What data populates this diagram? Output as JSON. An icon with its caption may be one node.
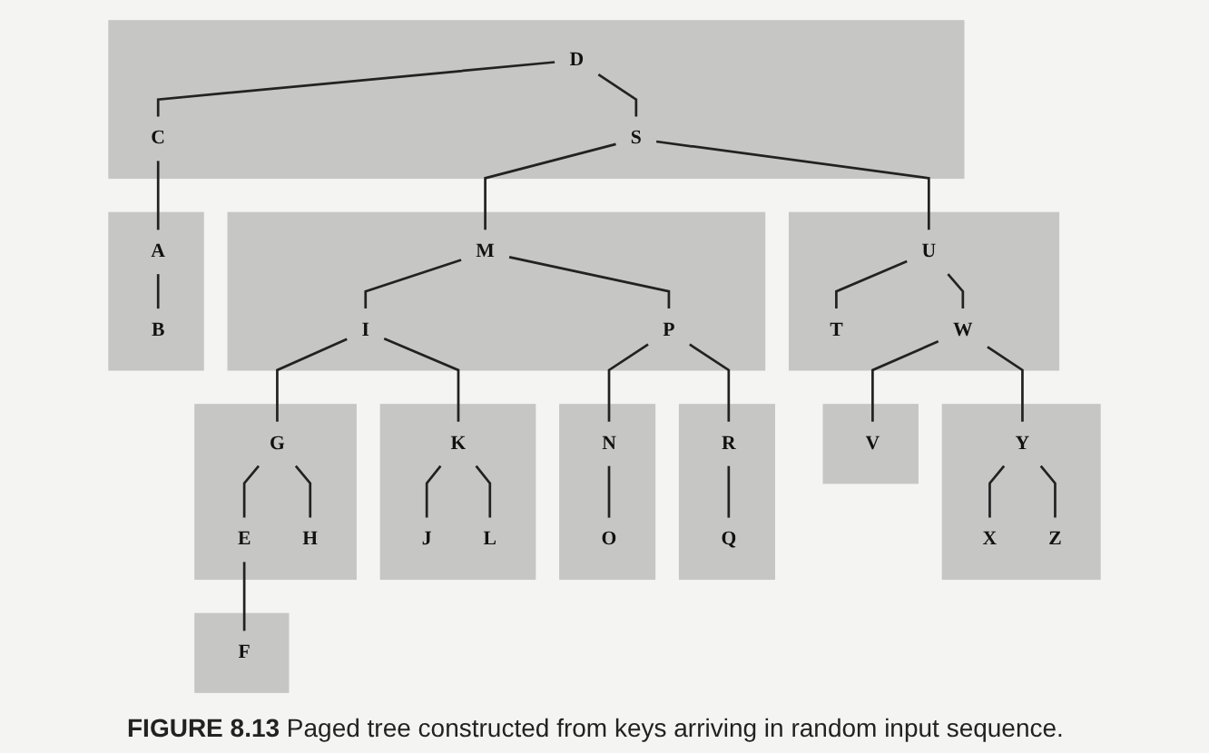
{
  "diagram": {
    "caption": "**FIGURE 8.13** Paged tree constructed from keys arriving in random input sequence.",
    "nodes": [
      {
        "text": [],
        "shape": "box"
      },
      {
        "text": [
          "D"
        ],
        "in": 0
      },
      {
        "text": [
          "C"
        ],
        "in": 0
      },
      {
        "text": [
          "S"
        ],
        "in": 0
      },
      {
        "text": [],
        "shape": "box"
      },
      {
        "text": [
          "A"
        ],
        "in": 4
      },
      {
        "text": [
          "B"
        ],
        "in": 4
      },
      {
        "text": [],
        "shape": "box"
      },
      {
        "text": [
          "M"
        ],
        "in": 7
      },
      {
        "text": [
          "I"
        ],
        "in": 7
      },
      {
        "text": [
          "P"
        ],
        "in": 7
      },
      {
        "text": [],
        "shape": "box"
      },
      {
        "text": [
          "U"
        ],
        "in": 11
      },
      {
        "text": [
          "T"
        ],
        "in": 11
      },
      {
        "text": [
          "W"
        ],
        "in": 11
      },
      {
        "text": [],
        "shape": "box"
      },
      {
        "text": [
          "G"
        ],
        "in": 15
      },
      {
        "text": [
          "E"
        ],
        "in": 15
      },
      {
        "text": [
          "H"
        ],
        "in": 15
      },
      {
        "text": [],
        "shape": "box"
      },
      {
        "text": [
          "K"
        ],
        "in": 19
      },
      {
        "text": [
          "J"
        ],
        "in": 19
      },
      {
        "text": [
          "L"
        ],
        "in": 19
      },
      {
        "text": [],
        "shape": "box"
      },
      {
        "text": [
          "N"
        ],
        "in": 23
      },
      {
        "text": [
          "O"
        ],
        "in": 23
      },
      {
        "text": [],
        "shape": "box"
      },
      {
        "text": [
          "R"
        ],
        "in": 26
      },
      {
        "text": [
          "Q"
        ],
        "in": 26
      },
      {
        "text": [],
        "shape": "box"
      },
      {
        "text": [
          "V"
        ],
        "in": 29
      },
      {
        "text": [],
        "shape": "box"
      },
      {
        "text": [
          "Y"
        ],
        "in": 31
      },
      {
        "text": [
          "X"
        ],
        "in": 31
      },
      {
        "text": [
          "Z"
        ],
        "in": 31
      },
      {
        "text": [],
        "shape": "box"
      },
      {
        "text": [
          "F"
        ],
        "in": 35
      }
    ],
    "edges": [
      {
        "from": 1,
        "to": 2,
        "arrow": "none"
      },
      {
        "from": 1,
        "to": 3,
        "arrow": "none"
      },
      {
        "from": 2,
        "to": 5,
        "arrow": "none"
      },
      {
        "from": 5,
        "to": 6,
        "arrow": "none"
      },
      {
        "from": 3,
        "to": 8,
        "arrow": "none"
      },
      {
        "from": 3,
        "to": 12,
        "arrow": "none"
      },
      {
        "from": 8,
        "to": 9,
        "arrow": "none"
      },
      {
        "from": 8,
        "to": 10,
        "arrow": "none"
      },
      {
        "from": 12,
        "to": 13,
        "arrow": "none"
      },
      {
        "from": 12,
        "to": 14,
        "arrow": "none"
      },
      {
        "from": 9,
        "to": 16,
        "arrow": "none"
      },
      {
        "from": 9,
        "to": 20,
        "arrow": "none"
      },
      {
        "from": 10,
        "to": 24,
        "arrow": "none"
      },
      {
        "from": 10,
        "to": 27,
        "arrow": "none"
      },
      {
        "from": 14,
        "to": 30,
        "arrow": "none"
      },
      {
        "from": 14,
        "to": 32,
        "arrow": "none"
      },
      {
        "from": 16,
        "to": 17,
        "arrow": "none"
      },
      {
        "from": 16,
        "to": 18,
        "arrow": "none"
      },
      {
        "from": 20,
        "to": 21,
        "arrow": "none"
      },
      {
        "from": 20,
        "to": 22,
        "arrow": "none"
      },
      {
        "from": 24,
        "to": 25,
        "arrow": "none"
      },
      {
        "from": 27,
        "to": 28,
        "arrow": "none"
      },
      {
        "from": 17,
        "to": 36,
        "arrow": "none"
      },
      {
        "from": 32,
        "to": 33,
        "arrow": "none"
      },
      {
        "from": 32,
        "to": 34,
        "arrow": "none"
      }
    ]
  }
}
